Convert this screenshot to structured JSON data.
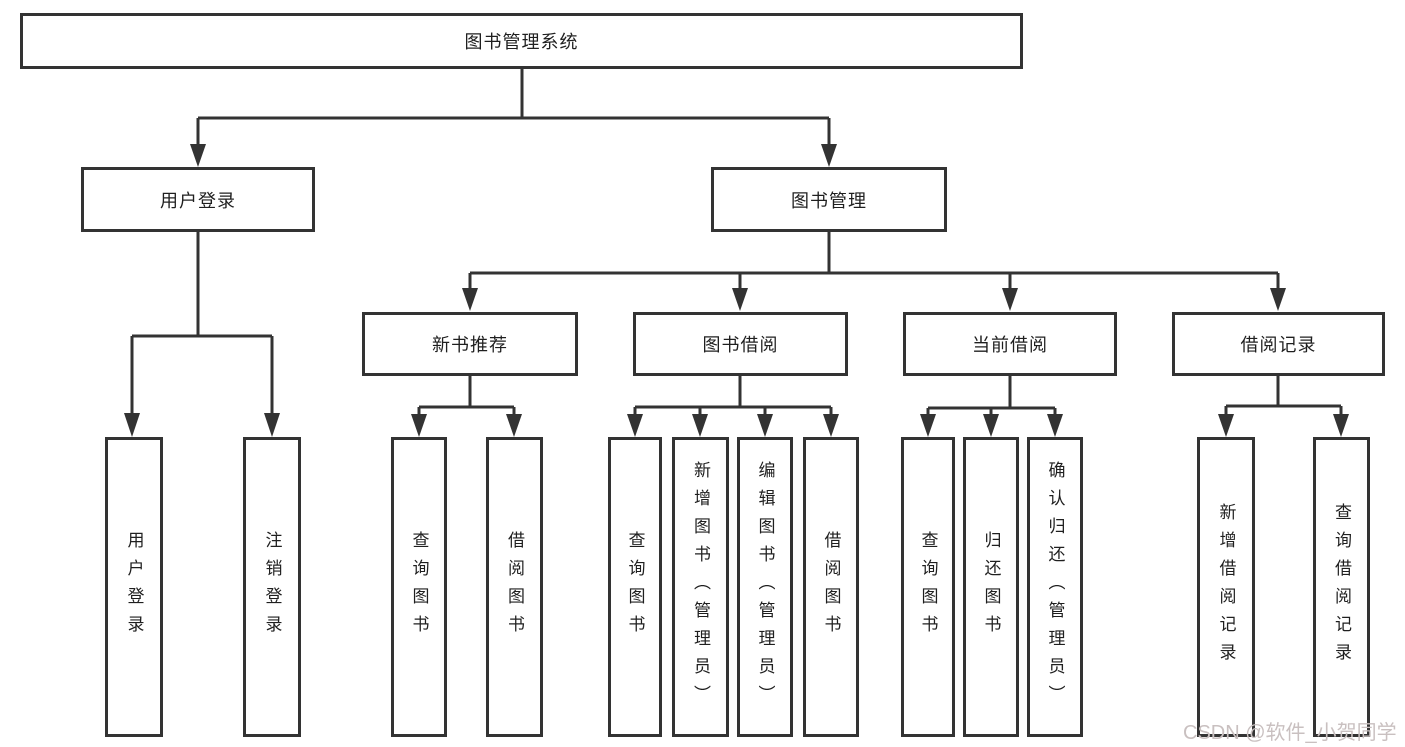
{
  "tree": {
    "label": "图书管理系统",
    "children": [
      {
        "label": "用户登录",
        "children": [
          {
            "label": "用户登录"
          },
          {
            "label": "注销登录"
          }
        ]
      },
      {
        "label": "图书管理",
        "children": [
          {
            "label": "新书推荐",
            "children": [
              {
                "label": "查询图书"
              },
              {
                "label": "借阅图书"
              }
            ]
          },
          {
            "label": "图书借阅",
            "children": [
              {
                "label": "查询图书"
              },
              {
                "label": "新增图书（管理员）"
              },
              {
                "label": "编辑图书（管理员）"
              },
              {
                "label": "借阅图书"
              }
            ]
          },
          {
            "label": "当前借阅",
            "children": [
              {
                "label": "查询图书"
              },
              {
                "label": "归还图书"
              },
              {
                "label": "确认归还（管理员）"
              }
            ]
          },
          {
            "label": "借阅记录",
            "children": [
              {
                "label": "新增借阅记录"
              },
              {
                "label": "查询借阅记录"
              }
            ]
          }
        ]
      }
    ]
  },
  "watermark": {
    "text": "CSDN @软件_小贺同学"
  },
  "colors": {
    "line": "#333333",
    "box_border": "#333333",
    "box_fill": "#ffffff",
    "text": "#1f1f1f",
    "watermark": "#c9c0c0",
    "background": "#ffffff"
  }
}
